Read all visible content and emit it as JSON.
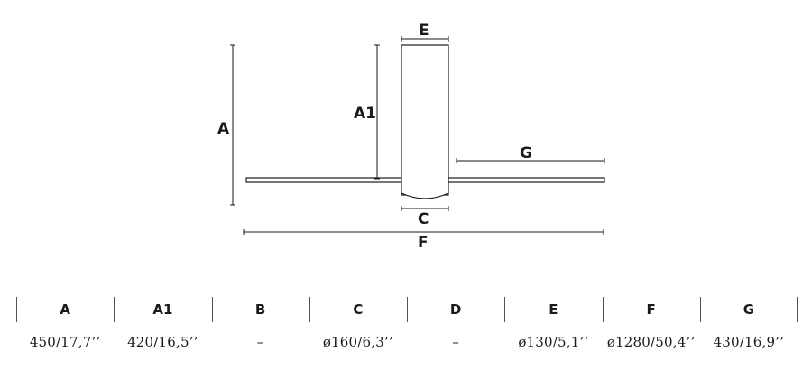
{
  "diagram": {
    "labels": {
      "A": "A",
      "A1": "A1",
      "C": "C",
      "E": "E",
      "F": "F",
      "G": "G"
    }
  },
  "table": {
    "headers": [
      "A",
      "A1",
      "B",
      "C",
      "D",
      "E",
      "F",
      "G"
    ],
    "values": [
      "450/17,7’’",
      "420/16,5’’",
      "–",
      "ø160/6,3’’",
      "–",
      "ø130/5,1’’",
      "ø1280/50,4’’",
      "430/16,9’’"
    ]
  }
}
